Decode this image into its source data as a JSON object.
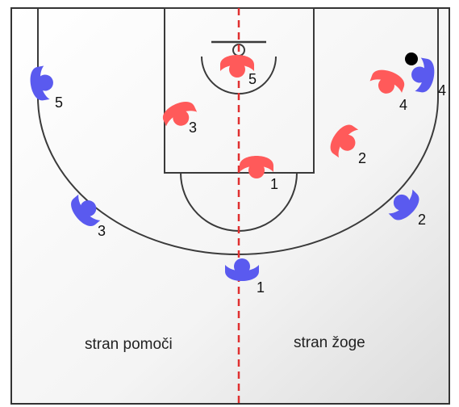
{
  "colors": {
    "court_line": "#3a3a3a",
    "center_line": "#e03030",
    "offense": "#ff5a5a",
    "defense": "#5a5aef",
    "ball": "#000000"
  },
  "labels": {
    "help_side": "stran pomoči",
    "ball_side": "stran žoge"
  },
  "players": {
    "offense": [
      {
        "number": "1",
        "icon": "offense-player-icon"
      },
      {
        "number": "2",
        "icon": "offense-player-icon"
      },
      {
        "number": "3",
        "icon": "offense-player-icon"
      },
      {
        "number": "4",
        "icon": "offense-player-icon"
      },
      {
        "number": "5",
        "icon": "offense-player-icon"
      }
    ],
    "defense": [
      {
        "number": "1",
        "icon": "defense-player-icon"
      },
      {
        "number": "2",
        "icon": "defense-player-icon"
      },
      {
        "number": "3",
        "icon": "defense-player-icon"
      },
      {
        "number": "4",
        "icon": "defense-player-icon",
        "has_ball": true
      },
      {
        "number": "5",
        "icon": "defense-player-icon"
      }
    ]
  }
}
